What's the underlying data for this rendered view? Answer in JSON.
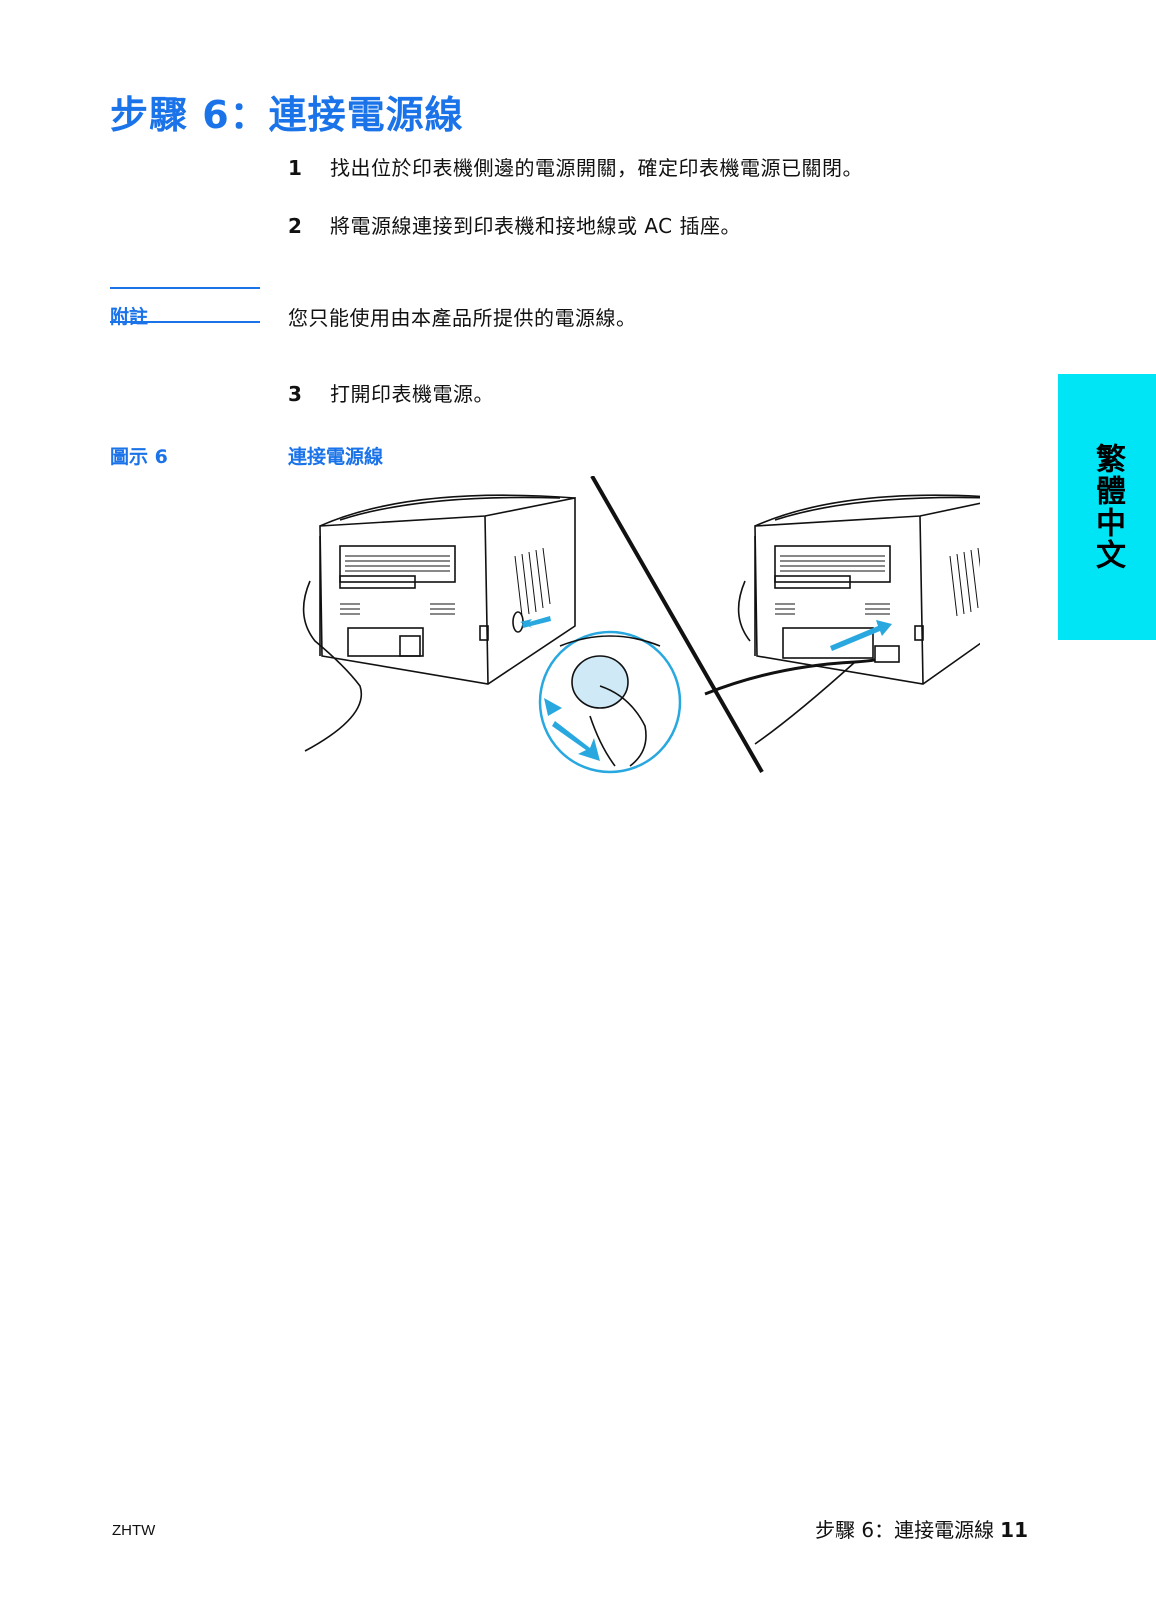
{
  "page_title": "步驟 6：連接電源線",
  "steps": [
    {
      "num": "1",
      "text": "找出位於印表機側邊的電源開關，確定印表機電源已關閉。"
    },
    {
      "num": "2",
      "text": "將電源線連接到印表機和接地線或 AC 插座。"
    },
    {
      "num": "3",
      "text": "打開印表機電源。"
    }
  ],
  "note": {
    "label": "附註",
    "text": "您只能使用由本產品所提供的電源線。"
  },
  "figure": {
    "label": "圖示 6",
    "title": "連接電源線"
  },
  "language_tab": "繁體中文",
  "footer": {
    "code": "ZHTW",
    "section": "步驟 6：連接電源線",
    "page": "11"
  },
  "colors": {
    "accent": "#1a73e8",
    "tab": "#00e5f5",
    "arrow": "#29a8e0"
  }
}
